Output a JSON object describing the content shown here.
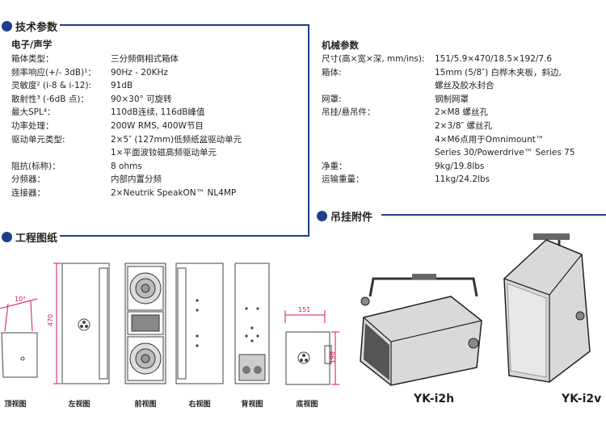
{
  "sections": {
    "tech": "技术参数",
    "drawing": "工程图纸",
    "accessories": "吊挂附件"
  },
  "electronic": {
    "heading": "电子/声学",
    "rows": [
      {
        "k": "箱体类型：",
        "v": "三分频倒相式箱体"
      },
      {
        "k": "频率响应(+/- 3dB)¹：",
        "v": "90Hz - 20KHz"
      },
      {
        "k": "灵敏度² (i-8 & i-12):",
        "v": "91dB"
      },
      {
        "k": "散射性³ (-6dB 点)：",
        "v": "90×30° 可旋转"
      },
      {
        "k": "最大SPL⁴：",
        "v": "110dB连续, 116dB峰值"
      },
      {
        "k": "功率处理：",
        "v": "200W RMS, 400W节目"
      },
      {
        "k": "驱动单元类型:",
        "v": "2×5″ (127mm)低频纸盆驱动单元"
      },
      {
        "k": "",
        "v": "1×平面波钕磁高频驱动单元"
      },
      {
        "k": "阻抗(标称)：",
        "v": "8 ohms"
      },
      {
        "k": "分频器：",
        "v": "内部内置分频"
      },
      {
        "k": "连接器：",
        "v": "2×Neutrik SpeakON™ NL4MP"
      }
    ]
  },
  "mechanical": {
    "heading": "机械参数",
    "rows": [
      {
        "k": "尺寸(高×宽×深, mm/ins):",
        "v": "151/5.9×470/18.5×192/7.6"
      },
      {
        "k": "箱体:",
        "v": "15mm (5/8″) 白桦木夹板，斜边,"
      },
      {
        "k": "",
        "v": "螺丝及胶水封合"
      },
      {
        "k": "网罩:",
        "v": "钢制网罩"
      },
      {
        "k": "吊挂/悬吊件：",
        "v": "2×M8 螺丝孔"
      },
      {
        "k": "",
        "v": "2×3/8″ 螺丝孔"
      },
      {
        "k": "",
        "v": "4×M6点用于Omnimount™"
      },
      {
        "k": "",
        "v": "Series 30/Powerdrive™ Series 75"
      },
      {
        "k": "净重：",
        "v": "9kg/19.8lbs"
      },
      {
        "k": "运输重量：",
        "v": "11kg/24.2lbs"
      }
    ]
  },
  "drawing": {
    "angle": "10°",
    "height_dim": "470",
    "width_dim": "151",
    "depth_dim": "198",
    "views": [
      "顶视图",
      "左视图",
      "前视图",
      "右视图",
      "背视图",
      "底视图"
    ]
  },
  "models": [
    "YK-i2h",
    "YK-i2v"
  ]
}
